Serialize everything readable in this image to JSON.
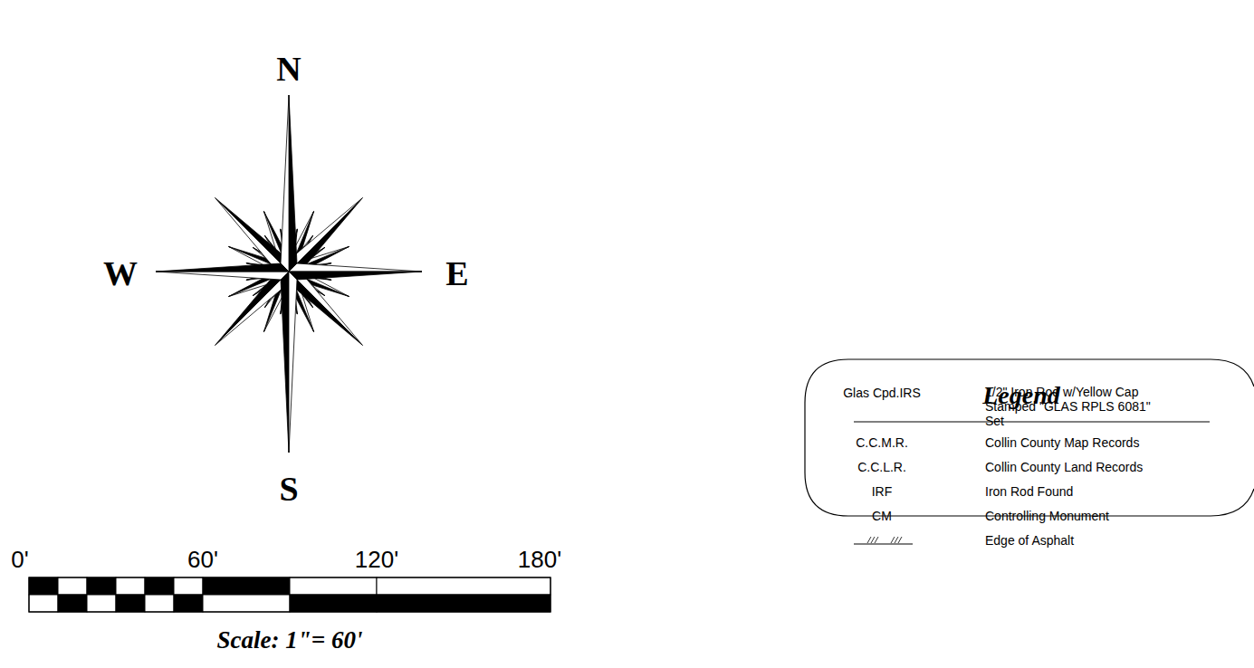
{
  "diagram": {
    "nodes": [
      {
        "text": [
          "Legend"
        ]
      }
    ],
    "labels": [
      "N",
      "W",
      "E",
      "S",
      "0'",
      "60'",
      "120'",
      "180'",
      "Scale: 1\"= 60'",
      "Glas Cpd.IRS",
      "1/2\" Iron Rod w/Yellow Cap Stamped \"GLAS RPLS 6081\" Set",
      "C.C.M.R.",
      "Collin County Map Records",
      "C.C.L.R.",
      "Collin County Land Records",
      "IRF",
      "Iron Rod Found",
      "CM",
      "Controlling Monument"
    ],
    "legend": [
      {
        "text": "Edge of Asphalt"
      }
    ]
  }
}
